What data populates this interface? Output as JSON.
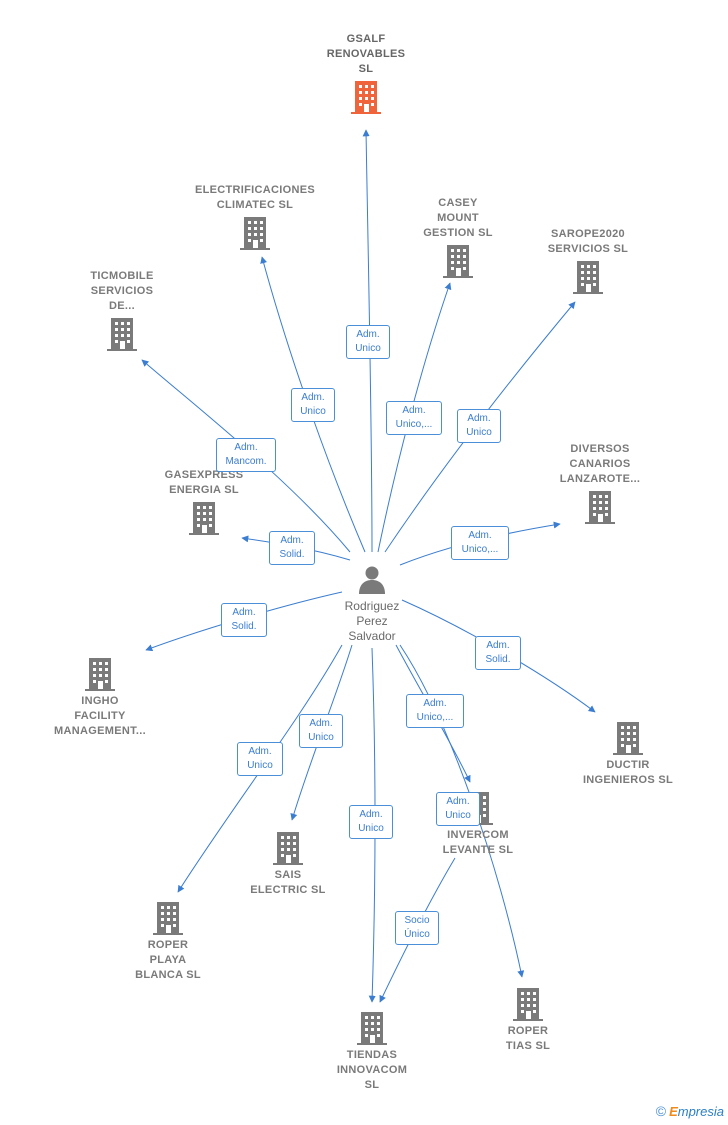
{
  "colors": {
    "edge": "#3b7dd0",
    "node_gray": "#7a7a7a",
    "node_highlight": "#f0643c"
  },
  "center": {
    "name": "Rodriguez\nPerez\nSalvador",
    "icon": "person-icon"
  },
  "nodes": [
    {
      "id": "gsalf",
      "name": "GSALF\nRENOVABLES\nSL",
      "highlight": true,
      "icon": "building-icon"
    },
    {
      "id": "electrificaciones",
      "name": "ELECTRIFICACIONES\nCLIMATEC  SL",
      "icon": "building-icon"
    },
    {
      "id": "casey",
      "name": "CASEY\nMOUNT\nGESTION  SL",
      "icon": "building-icon"
    },
    {
      "id": "sarope",
      "name": "SAROPE2020\nSERVICIOS  SL",
      "icon": "building-icon"
    },
    {
      "id": "ticmobile",
      "name": "TICMOBILE\nSERVICIOS\nDE...",
      "icon": "building-icon"
    },
    {
      "id": "diversos",
      "name": "DIVERSOS\nCANARIOS\nLANZAROTE...",
      "icon": "building-icon"
    },
    {
      "id": "gasexpress",
      "name": "GASEXPRESS\nENERGIA  SL",
      "icon": "building-icon"
    },
    {
      "id": "ingho",
      "name": "INGHO\nFACILITY\nMANAGEMENT...",
      "icon": "building-icon"
    },
    {
      "id": "ductir",
      "name": "DUCTIR\nINGENIEROS SL",
      "icon": "building-icon"
    },
    {
      "id": "invercom",
      "name": "INVERCOM\nLEVANTE SL",
      "icon": "building-icon"
    },
    {
      "id": "sais",
      "name": "SAIS\nELECTRIC  SL",
      "icon": "building-icon"
    },
    {
      "id": "roper_playa",
      "name": "ROPER\nPLAYA\nBLANCA SL",
      "icon": "building-icon"
    },
    {
      "id": "roper_tias",
      "name": "ROPER\nTIAS SL",
      "icon": "building-icon"
    },
    {
      "id": "tiendas",
      "name": "TIENDAS\nINNOVACOM\nSL",
      "icon": "building-icon"
    }
  ],
  "badges": [
    {
      "id": "b_gsalf",
      "text": "Adm.\nUnico"
    },
    {
      "id": "b_electri",
      "text": "Adm.\nUnico"
    },
    {
      "id": "b_casey",
      "text": "Adm.\nUnico,..."
    },
    {
      "id": "b_sarope",
      "text": "Adm.\nUnico"
    },
    {
      "id": "b_tic",
      "text": "Adm.\nMancom."
    },
    {
      "id": "b_gasexpress",
      "text": "Adm.\nSolid."
    },
    {
      "id": "b_diversos",
      "text": "Adm.\nUnico,..."
    },
    {
      "id": "b_ingho",
      "text": "Adm.\nSolid."
    },
    {
      "id": "b_ductir",
      "text": "Adm.\nSolid."
    },
    {
      "id": "b_invercom",
      "text": "Adm.\nUnico,..."
    },
    {
      "id": "b_sais",
      "text": "Adm.\nUnico"
    },
    {
      "id": "b_roper_playa",
      "text": "Adm.\nUnico"
    },
    {
      "id": "b_tiendas",
      "text": "Adm.\nUnico"
    },
    {
      "id": "b_roper_tias",
      "text": "Adm.\nUnico"
    },
    {
      "id": "b_socio",
      "text": "Socio\nÚnico"
    }
  ],
  "footer": {
    "copyright": "©",
    "brand_initial": "E",
    "brand_rest": "mpresia"
  }
}
